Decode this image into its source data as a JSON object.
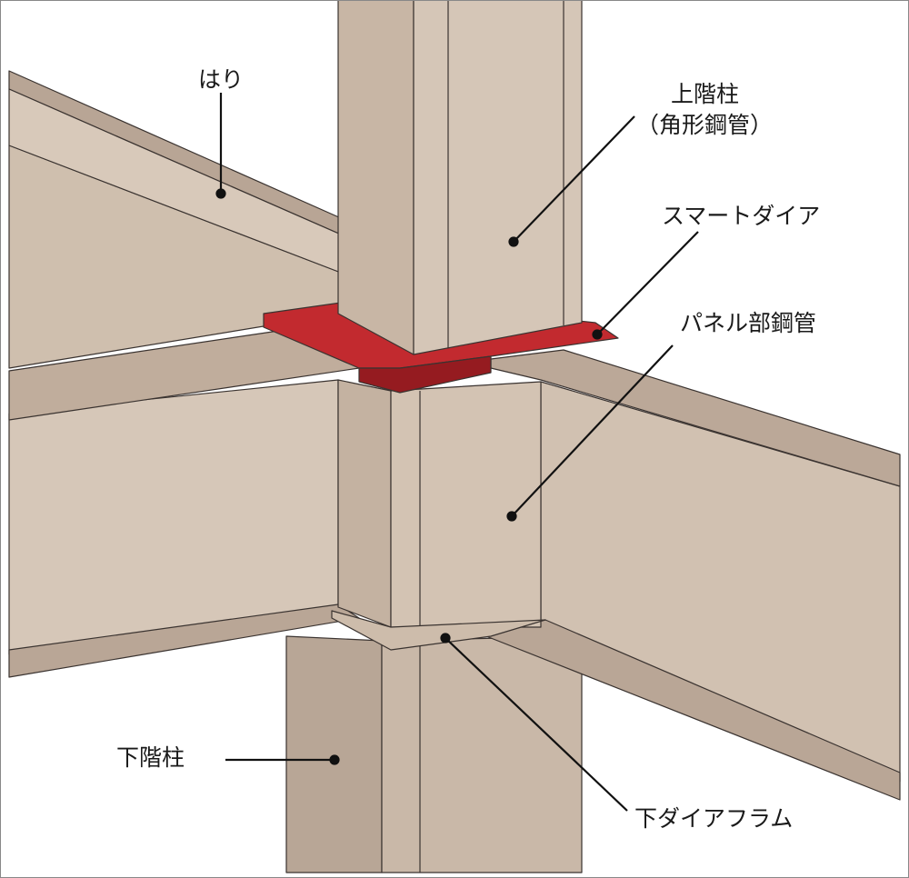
{
  "labels": {
    "beam": "はり",
    "upper_column": "上階柱",
    "upper_column_sub": "（角形鋼管）",
    "smart_dia": "スマートダイア",
    "panel_tube": "パネル部鋼管",
    "lower_column": "下階柱",
    "lower_diaphragm": "下ダイアフラム"
  },
  "colors": {
    "steel_light": "#d5c6b7",
    "steel_mid": "#c7b5a4",
    "steel_dark": "#b29f8f",
    "diaphragm_red": "#b5242a",
    "outline": "#3a3330"
  }
}
